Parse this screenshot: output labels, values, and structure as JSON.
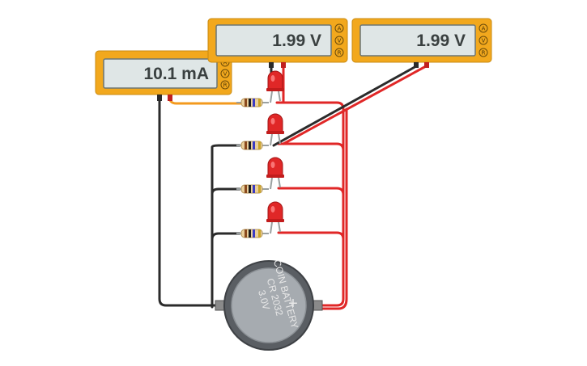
{
  "meters": [
    {
      "id": "ammeter",
      "reading": "10.1 mA",
      "modes": [
        "A",
        "V",
        "R"
      ]
    },
    {
      "id": "voltmeter-1",
      "reading": "1.99 V",
      "modes": [
        "A",
        "V",
        "R"
      ]
    },
    {
      "id": "voltmeter-2",
      "reading": "1.99 V",
      "modes": [
        "A",
        "V",
        "R"
      ]
    }
  ],
  "battery": {
    "line1": "COIN BATTERY",
    "line2": "CR 2032",
    "line3": "3.0V",
    "plus": "+"
  },
  "colors": {
    "meter": "#f2a81d",
    "led": "#e02727",
    "wire_red": "#e02727",
    "wire_black": "#2b2b2b",
    "wire_orange": "#f39a1e"
  }
}
